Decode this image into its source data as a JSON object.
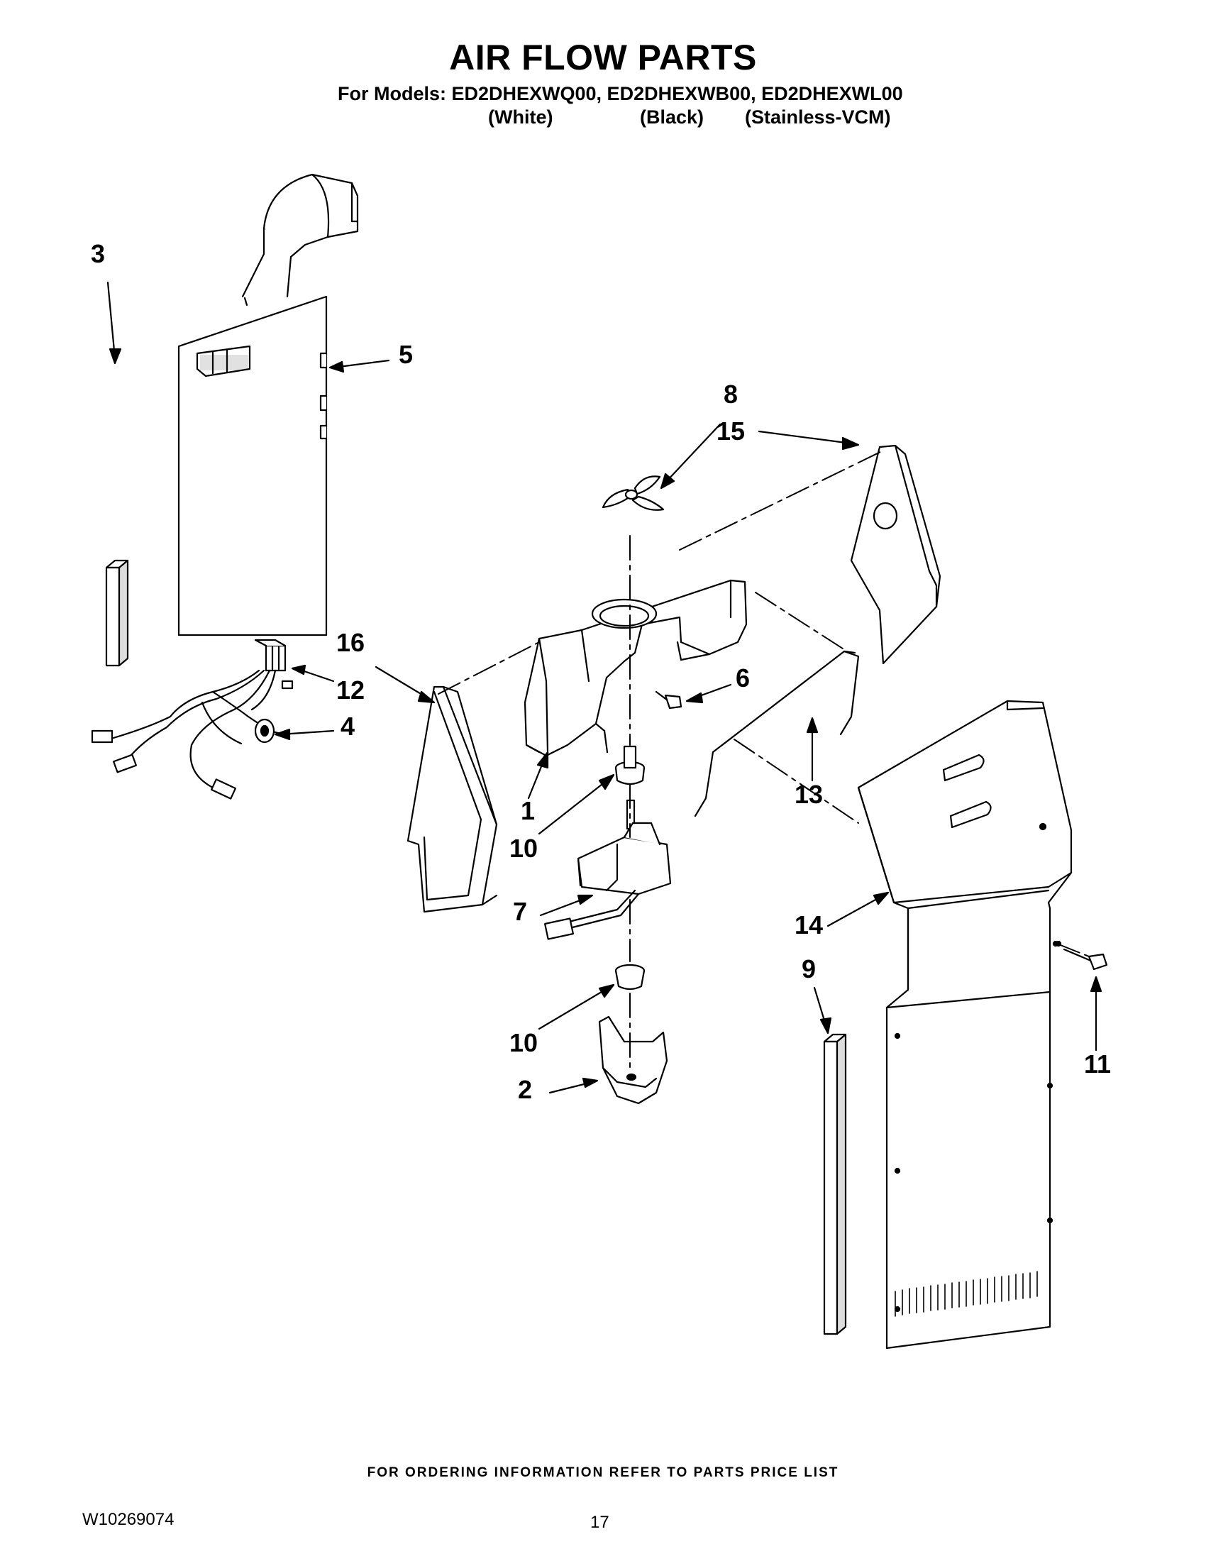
{
  "header": {
    "title": "AIR FLOW PARTS",
    "models_line": "For Models: ED2DHEXWQ00, ED2DHEXWB00, ED2DHEXWL00",
    "variants": [
      "(White)",
      "(Black)",
      "(Stainless-VCM)"
    ]
  },
  "callouts": [
    "1",
    "2",
    "3",
    "4",
    "5",
    "6",
    "7",
    "8",
    "9",
    "10",
    "10",
    "11",
    "12",
    "13",
    "14",
    "15",
    "16"
  ],
  "footer": {
    "ordering_note": "FOR ORDERING INFORMATION REFER TO PARTS PRICE LIST",
    "doc_number": "W10269074",
    "page_number": "17"
  }
}
